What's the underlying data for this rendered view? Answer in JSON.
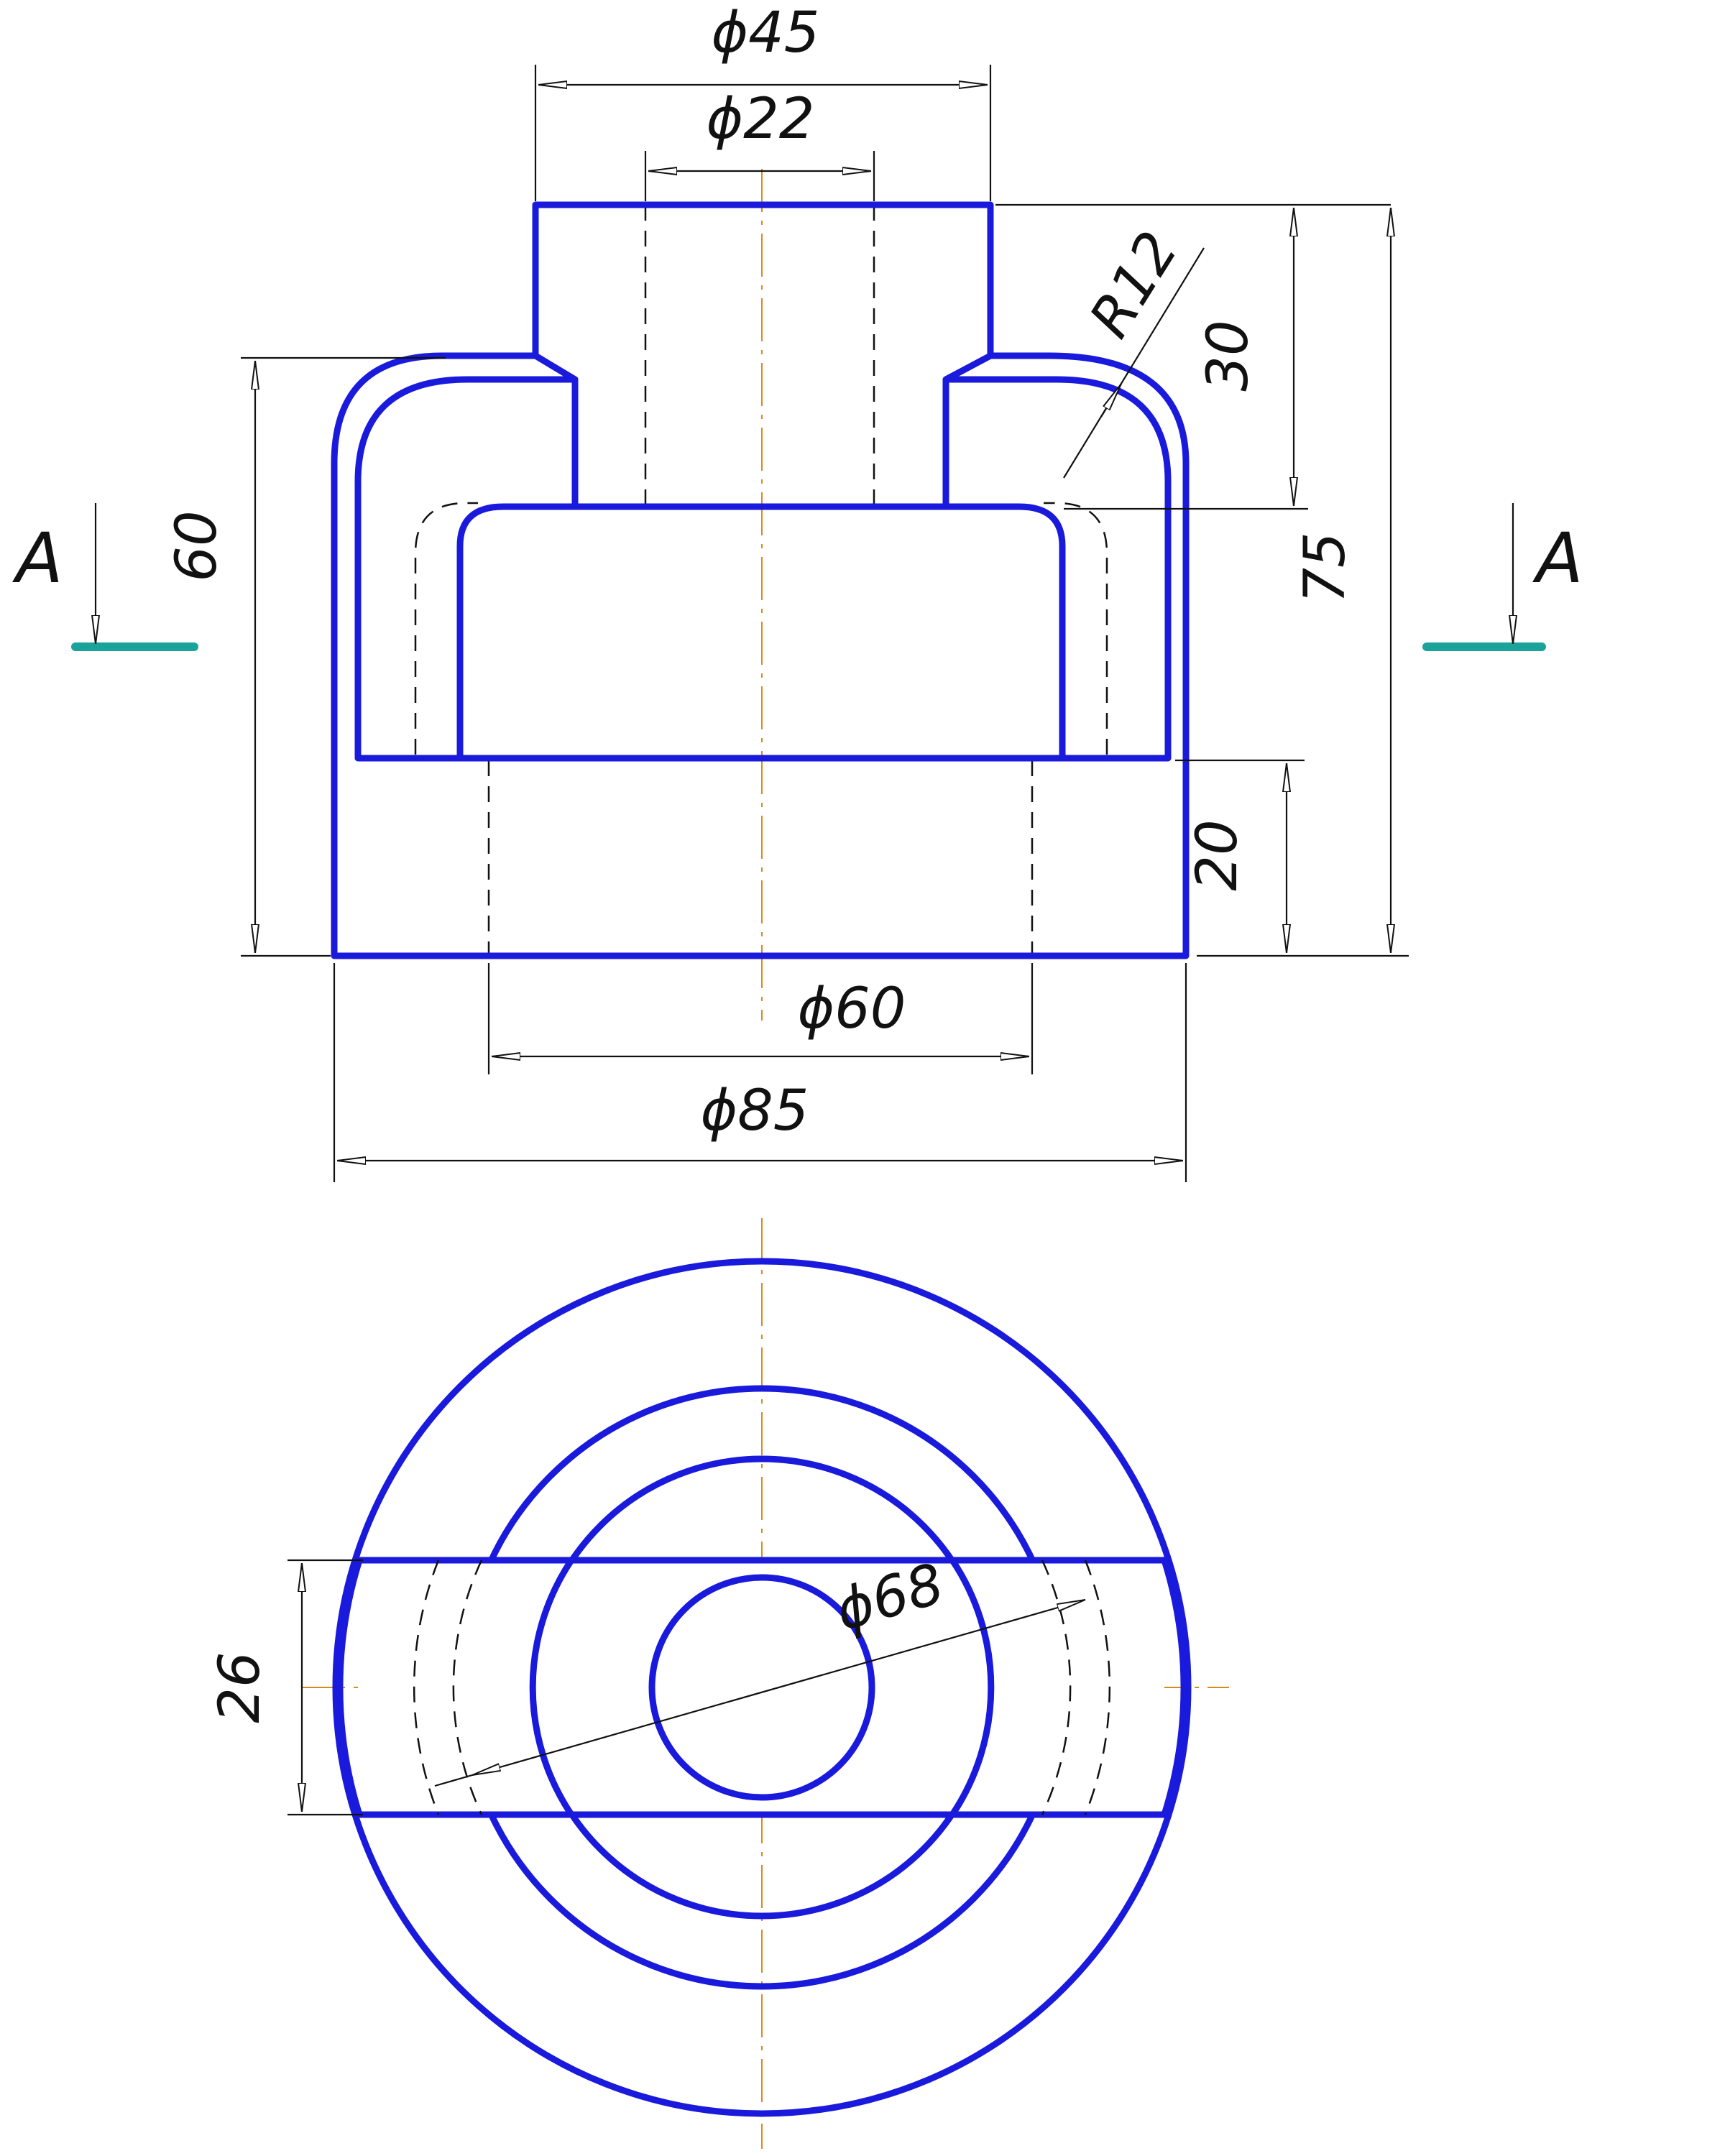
{
  "section_labels": {
    "left": "A",
    "right": "A"
  },
  "front_view": {
    "dim_outer_top_diameter": "ϕ45",
    "dim_inner_top_diameter": "ϕ22",
    "dim_radius": "R12",
    "dim_neck_height": "30",
    "dim_total_height": "75",
    "dim_body_height": "60",
    "dim_base_height": "20",
    "dim_base_bore_diameter": "ϕ60",
    "dim_base_outer_diameter": "ϕ85"
  },
  "top_view": {
    "dim_slot_width": "26",
    "dim_cavity_diameter": "ϕ68"
  },
  "colors": {
    "outline": "#1a1adc",
    "center_line": "#d98a1e",
    "section_mark": "#1aa39a",
    "dimension": "#111111"
  }
}
